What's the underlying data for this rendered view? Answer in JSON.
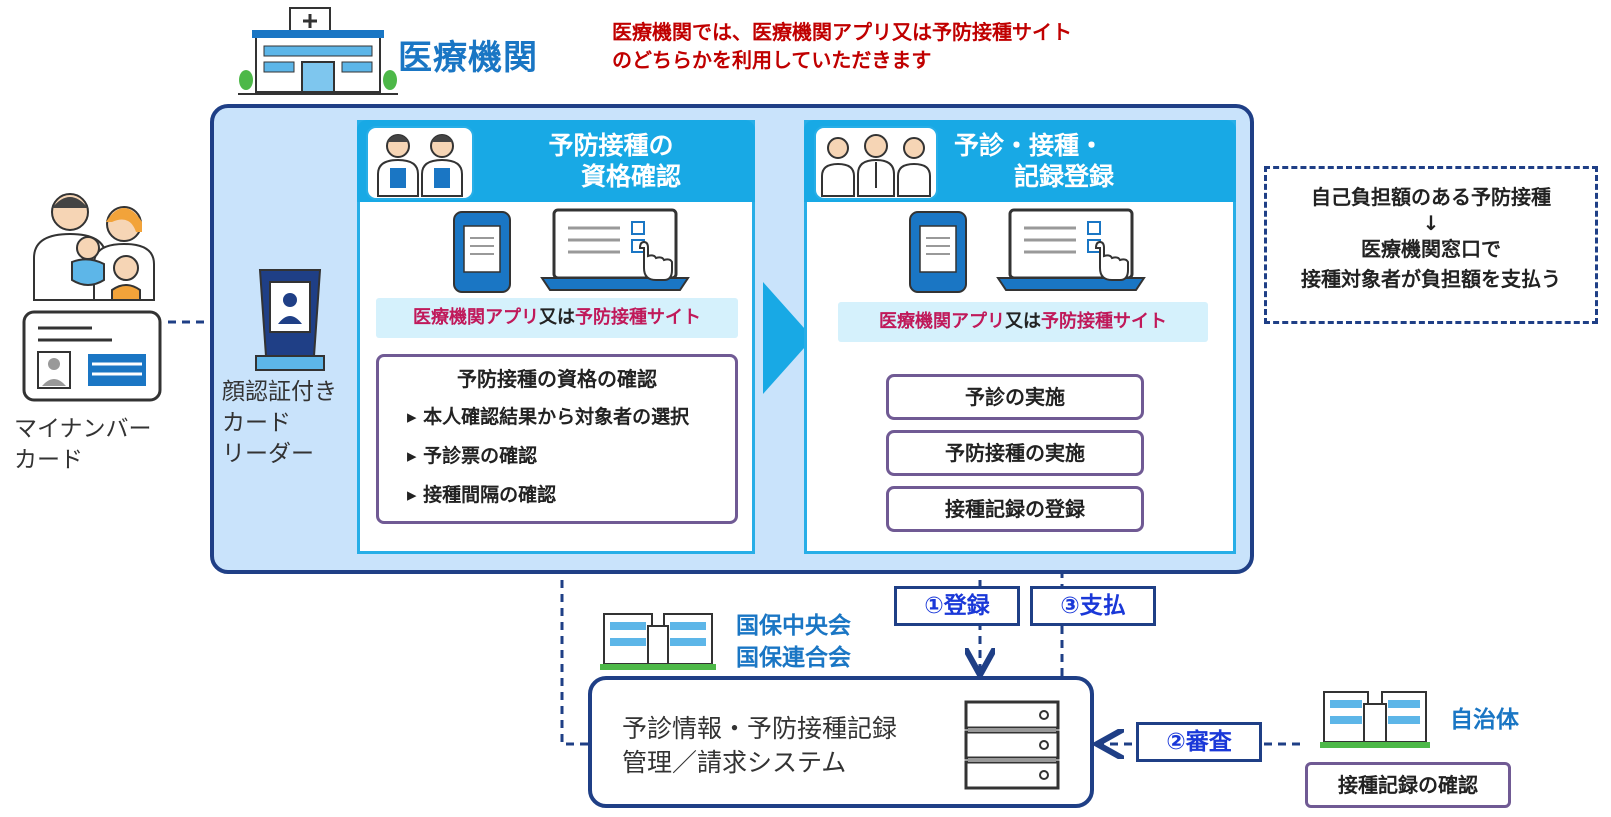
{
  "header": {
    "institution_title": "医療機関",
    "note_line1": "医療機関では、医療機関アプリ又は予防接種サイト",
    "note_line2": "のどちらかを利用していただきます"
  },
  "left": {
    "card_label_line1": "マイナンバー",
    "card_label_line2": "カード",
    "reader_label_line1": "顔認証付き",
    "reader_label_line2": "カード",
    "reader_label_line3": "リーダー"
  },
  "panel_left": {
    "title_line1": "予防接種の",
    "title_line2": "資格確認",
    "app_part1": "医療機関アプリ",
    "app_part2": "又は",
    "app_part3": "予防接種サイト",
    "box_title": "予防接種の資格の確認",
    "items": [
      "本人確認結果から対象者の選択",
      "予診票の確認",
      "接種間隔の確認"
    ]
  },
  "panel_right": {
    "title_line1": "予診・接種・",
    "title_line2": "記録登録",
    "app_part1": "医療機関アプリ",
    "app_part2": "又は",
    "app_part3": "予防接種サイト",
    "steps": [
      "予診の実施",
      "予防接種の実施",
      "接種記録の登録"
    ]
  },
  "side_note": {
    "line1": "自己負担額のある予防接種",
    "arrow": "↓",
    "line2": "医療機関窓口で",
    "line3": "接種対象者が負担額を支払う"
  },
  "bottom": {
    "org_line1": "国保中央会",
    "org_line2": "国保連合会",
    "tag_register": "①登録",
    "tag_pay": "③支払",
    "tag_review": "②審査",
    "system_line1": "予診情報・予防接種記録",
    "system_line2": "管理／請求システム",
    "municipality": "自治体",
    "confirm": "接種記録の確認"
  },
  "colors": {
    "navy": "#1f3f86",
    "cyan": "#18a9e5",
    "light_blue_bg": "#c9e3fb",
    "red_note": "#c00000",
    "magenta": "#c0195a",
    "purple_border": "#705a94",
    "tag_text": "#1a38d8"
  }
}
